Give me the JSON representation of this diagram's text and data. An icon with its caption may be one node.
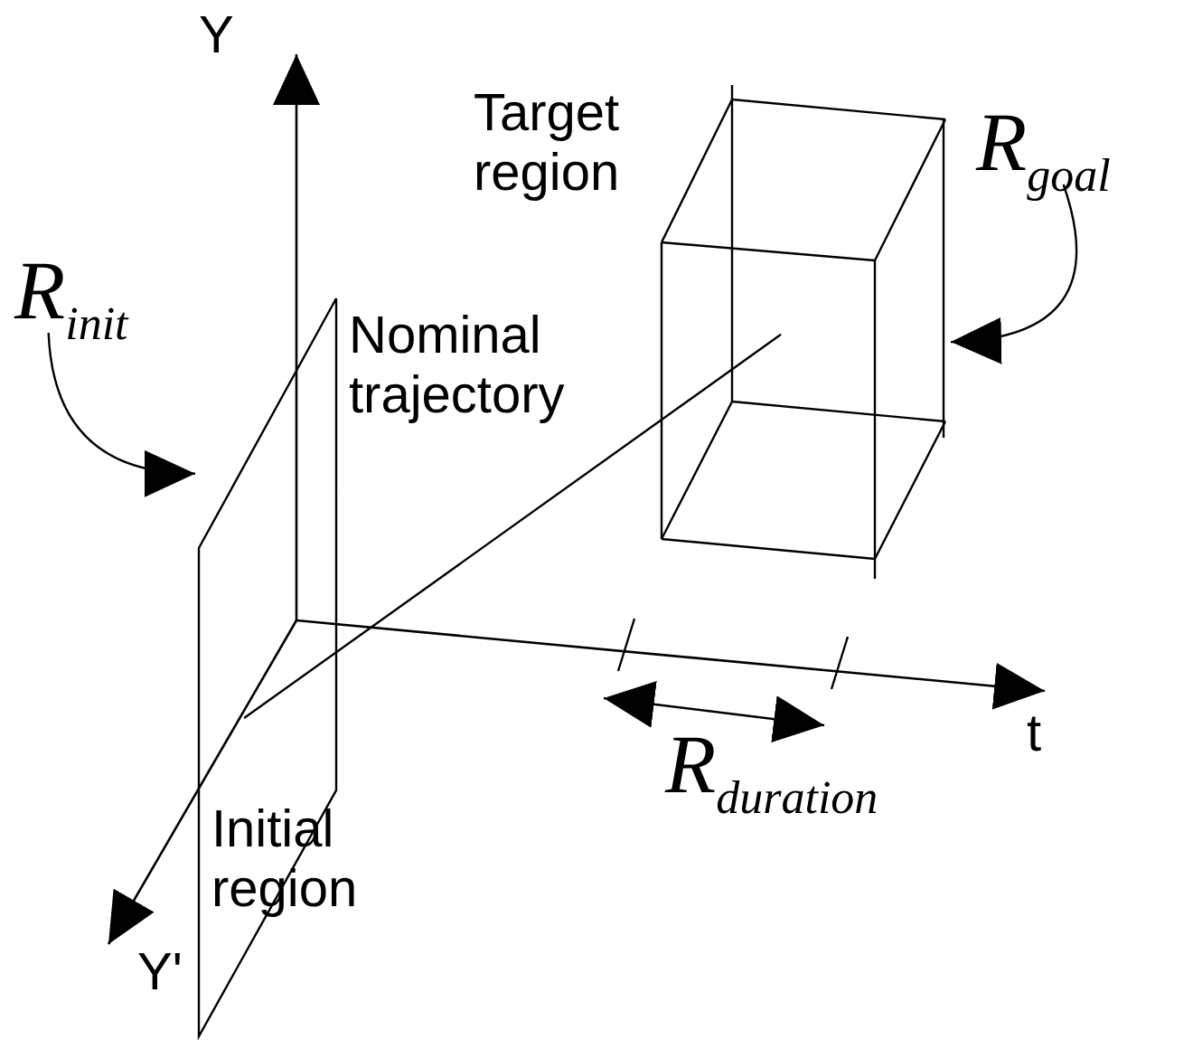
{
  "diagram": {
    "nodes": [
      {
        "text": [
          "R$_{init}$"
        ]
      },
      {
        "text": [],
        "shape": "parallelogram"
      },
      {
        "text": [],
        "shape": "cube"
      },
      {
        "text": [
          "R$_{goal}$"
        ]
      }
    ],
    "edges": [
      {
        "from": 0,
        "to": 1,
        "arrow": "to"
      },
      {
        "from": 1,
        "to": 2,
        "arrow": "none"
      },
      {
        "from": 3,
        "to": 2,
        "arrow": "to"
      }
    ],
    "labels": [
      "Y",
      "Target region",
      "Nominal trajectory",
      "t",
      "R$_{duration}$",
      "Initial region",
      "Y'"
    ]
  }
}
